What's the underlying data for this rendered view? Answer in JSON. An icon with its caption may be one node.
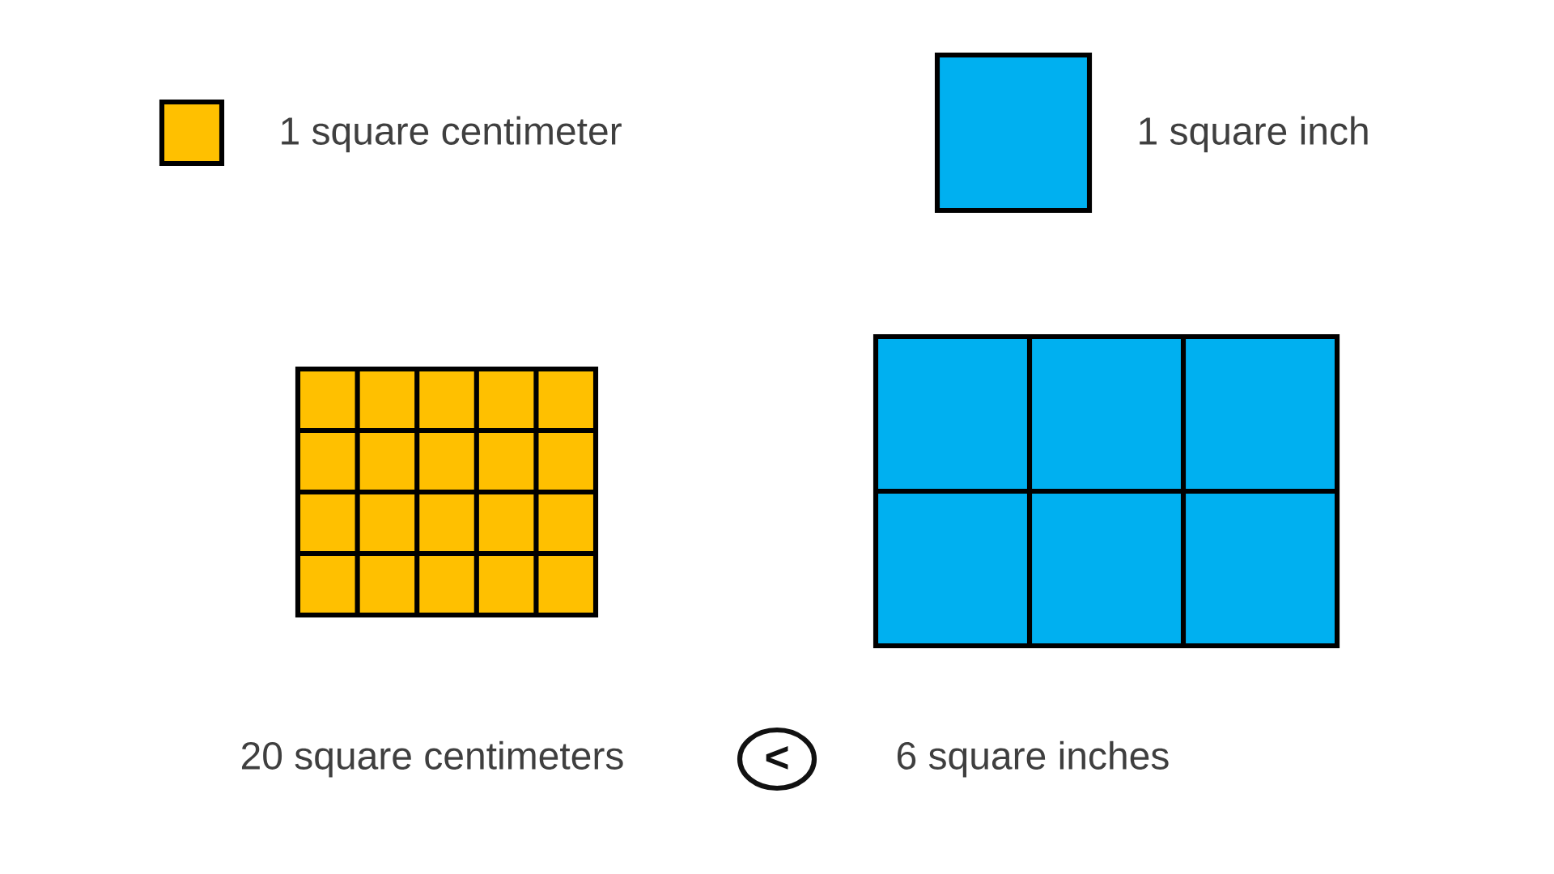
{
  "diagram": {
    "nodes": [
      {
        "text": [],
        "shape": "box",
        "beside": [
          "1 square centimeter"
        ]
      },
      {
        "text": [],
        "shape": "box",
        "beside": [
          "1 square inch"
        ]
      },
      {
        "text": [],
        "shape": "grid",
        "beside": [
          "20 square centimeters"
        ]
      },
      {
        "text": [],
        "shape": "grid",
        "beside": [
          "6 square inches"
        ]
      },
      {
        "text": [
          "<"
        ]
      }
    ]
  }
}
